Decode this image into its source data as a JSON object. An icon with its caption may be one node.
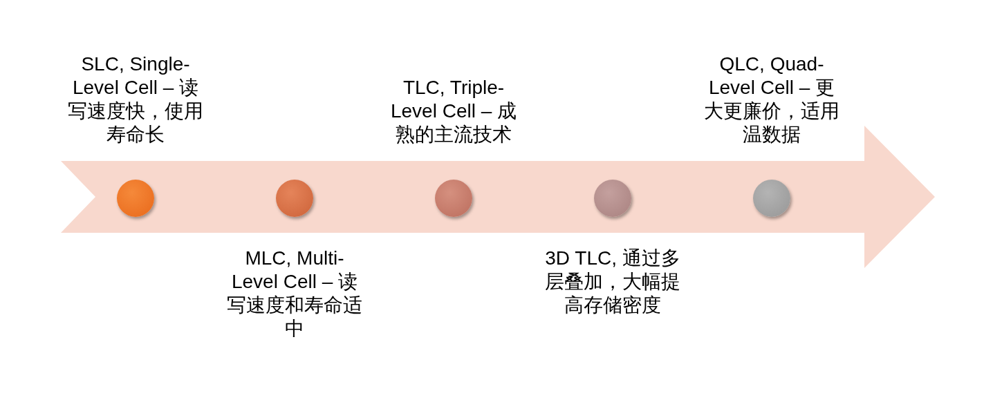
{
  "diagram": {
    "nodes": [
      {
        "text": [],
        "shape": "circle",
        "beside": [
          "SLC, Single-Level Cell – 读写速度快，使用寿命长"
        ]
      },
      {
        "text": [],
        "shape": "circle",
        "beside": [
          "MLC, Multi-Level Cell – 读写速度和寿命适中"
        ]
      },
      {
        "text": [],
        "shape": "circle",
        "beside": [
          "TLC, Triple-Level Cell – 成熟的主流技术"
        ]
      },
      {
        "text": [],
        "shape": "circle",
        "beside": [
          "3D TLC, 通过多层叠加，大幅提高存储密度"
        ]
      },
      {
        "text": [],
        "shape": "circle",
        "beside": [
          "QLC, Quad-Level Cell – 更大更廉价，适用温数据"
        ]
      }
    ]
  }
}
